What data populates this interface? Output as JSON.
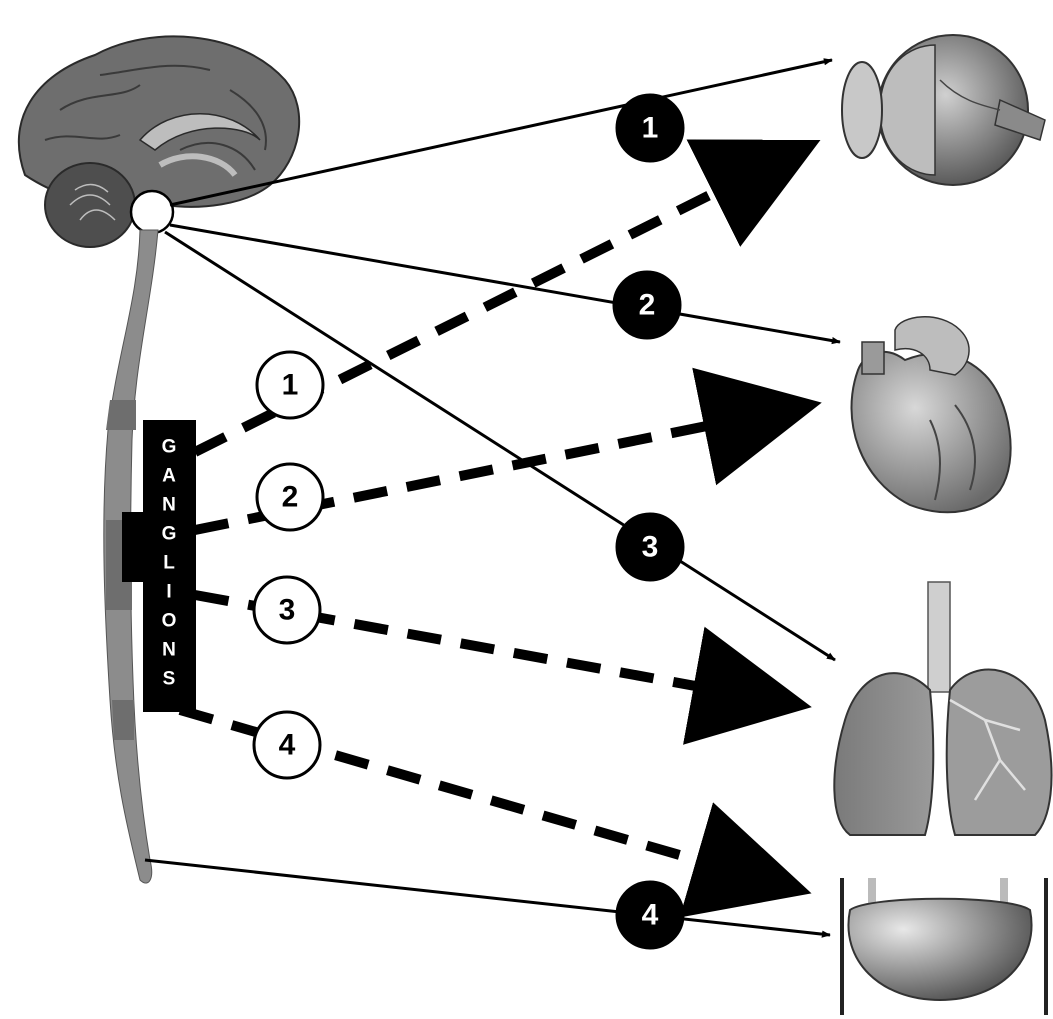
{
  "ganglia": {
    "letters": [
      "G",
      "A",
      "N",
      "G",
      "L",
      "I",
      "O",
      "N",
      "S"
    ]
  },
  "solid_labels": [
    "1",
    "2",
    "3",
    "4"
  ],
  "dashed_labels": [
    "1",
    "2",
    "3",
    "4"
  ],
  "colors": {
    "line": "#000000",
    "organ_gray": "#8c8c8c",
    "brain": "#6e6e6e",
    "background": "#ffffff"
  }
}
